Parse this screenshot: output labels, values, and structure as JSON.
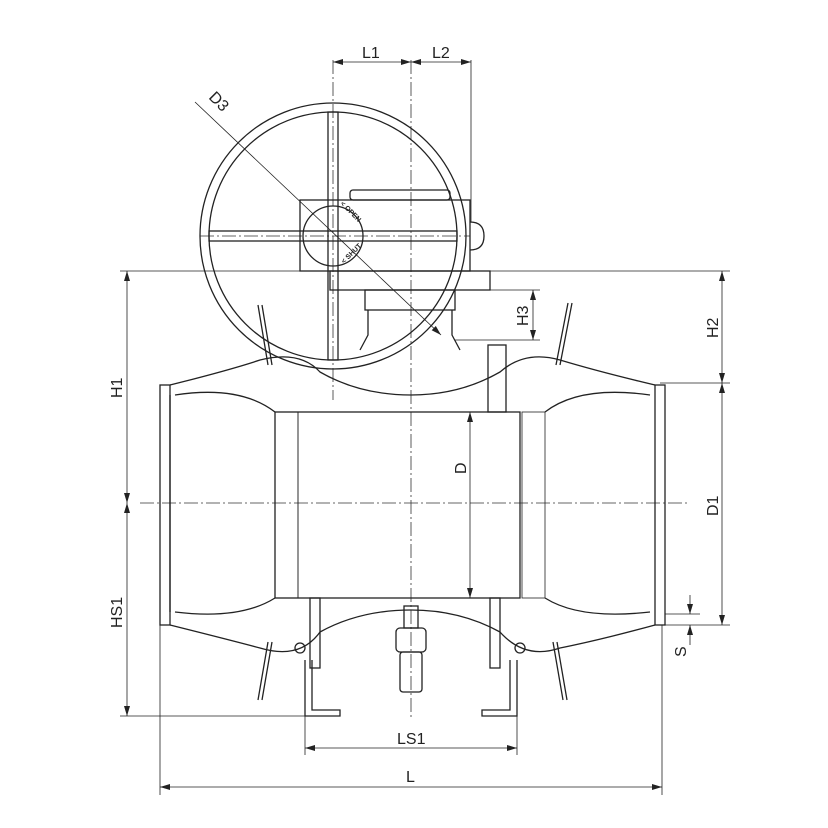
{
  "labels": {
    "L1": "L1",
    "L2": "L2",
    "D3": "D3",
    "H3": "H3",
    "H2": "H2",
    "H1": "H1",
    "D": "D",
    "D1": "D1",
    "HS1": "HS1",
    "S": "S",
    "LS1": "LS1",
    "L": "L"
  },
  "handwheel": {
    "open": "< OPEN",
    "shut": "< SHUT"
  }
}
